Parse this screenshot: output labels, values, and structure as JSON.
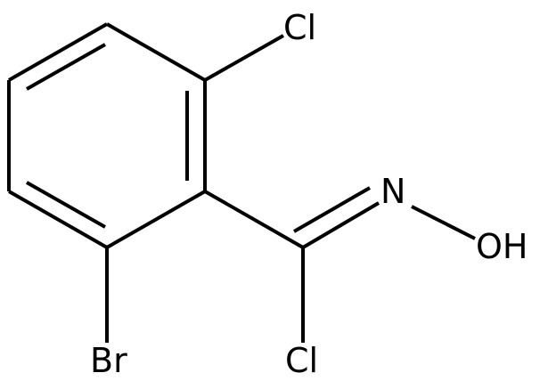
{
  "atoms": {
    "cl_top": "Cl",
    "n": "N",
    "oh": "OH",
    "br": "Br",
    "cl_bottom": "Cl"
  },
  "colors": {
    "bond": "#000000",
    "label": "#000000",
    "background": "#ffffff"
  }
}
